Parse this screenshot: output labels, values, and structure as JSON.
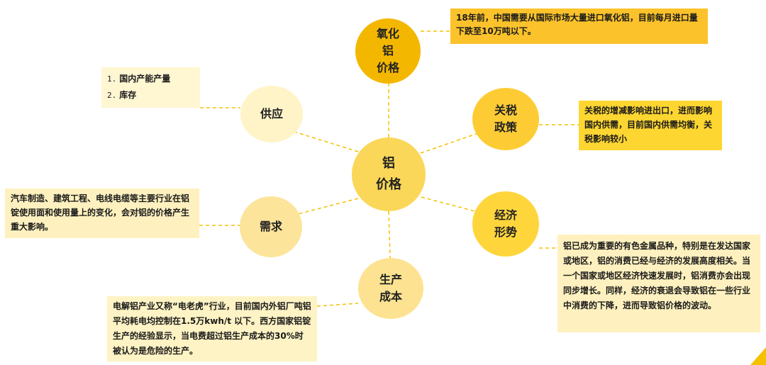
{
  "nodes": {
    "center": {
      "lines": [
        "铝",
        "价格"
      ]
    },
    "alumina": {
      "lines": [
        "氧化",
        "铝",
        "价格"
      ]
    },
    "supply": {
      "lines": [
        "供应"
      ]
    },
    "tariff": {
      "lines": [
        "关税",
        "政策"
      ]
    },
    "demand": {
      "lines": [
        "需求"
      ]
    },
    "economy": {
      "lines": [
        "经济",
        "形势"
      ]
    },
    "cost": {
      "lines": [
        "生产",
        "成本"
      ]
    }
  },
  "notes": {
    "alumina": "18年前，中国需要从国际市场大量进口氧化铝，目前每月进口量下跌至10万吨以下。",
    "supply": {
      "items": [
        {
          "num": "1.",
          "text": "国内产能产量"
        },
        {
          "num": "2.",
          "text": "库存"
        }
      ]
    },
    "tariff": "关税的增减影响进出口，进而影响国内供需，目前国内供需均衡，关税影响较小",
    "demand": "汽车制造、建筑工程、电线电缆等主要行业在铝锭使用面和使用量上的变化，会对铝的价格产生重大影响。",
    "economy": "铝已成为重要的有色金属品种，特别是在发达国家或地区，铝的消费已经与经济的发展高度相关。当一个国家或地区经济快速发展时，铝消费亦会出现同步增长。同样，经济的衰退会导致铝在一些行业中消费的下降，进而导致铝价格的波动。",
    "cost": "电解铝产业又称“电老虎”行业，目前国内外铝厂吨铝平均耗电均控制在1.5万kwh/t 以下。西方国家铝锭生产的经验显示，当电费超过铝生产成本的30%时被认为是危险的生产。"
  },
  "colors": {
    "dash": "#f5c000",
    "center": "#fad758",
    "alumina": "#f4b700"
  }
}
